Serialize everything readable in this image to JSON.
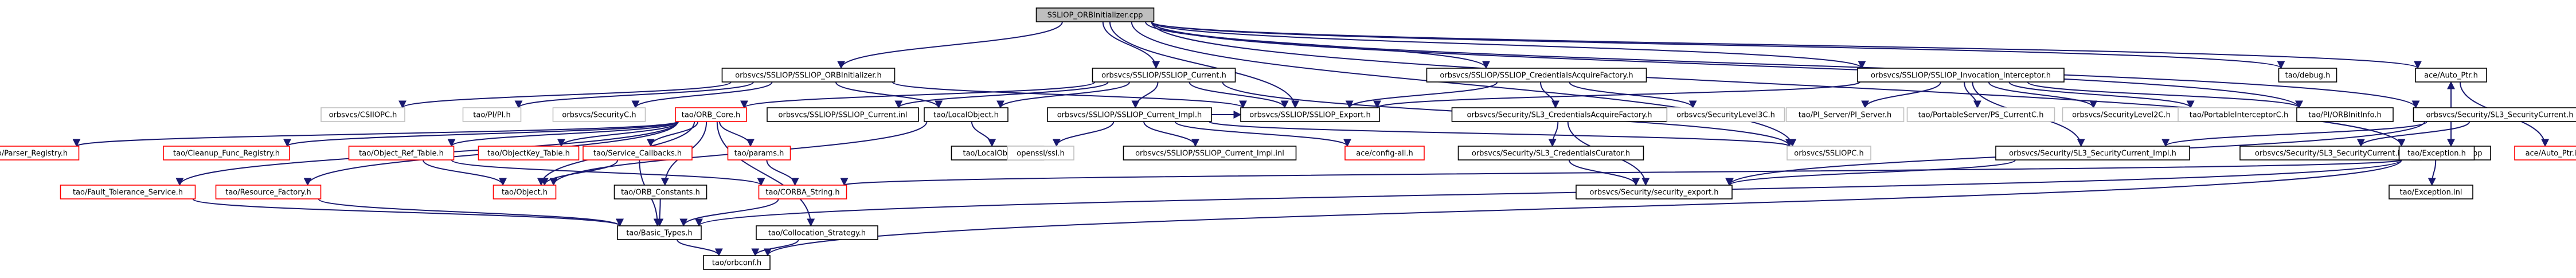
{
  "diagram": {
    "root": "SSLIOP_ORBInitializer.cpp",
    "nodes": [
      {
        "id": "root",
        "label": "SSLIOP_ORBInitializer.cpp",
        "style": "root"
      },
      {
        "id": "n_orbinit_h",
        "label": "orbsvcs/SSLIOP/SSLIOP_ORBInitializer.h",
        "style": "normal"
      },
      {
        "id": "n_current_h",
        "label": "orbsvcs/SSLIOP/SSLIOP_Current.h",
        "style": "normal"
      },
      {
        "id": "n_credacq_h",
        "label": "orbsvcs/SSLIOP/SSLIOP_CredentialsAcquireFactory.h",
        "style": "normal"
      },
      {
        "id": "n_invint_h",
        "label": "orbsvcs/SSLIOP/SSLIOP_Invocation_Interceptor.h",
        "style": "normal"
      },
      {
        "id": "n_debug",
        "label": "tao/debug.h",
        "style": "normal"
      },
      {
        "id": "n_autoptr_h",
        "label": "ace/Auto_Ptr.h",
        "style": "normal"
      },
      {
        "id": "n_csiiopc",
        "label": "orbsvcs/CSIIOPC.h",
        "style": "missing"
      },
      {
        "id": "n_pi",
        "label": "tao/PI/PI.h",
        "style": "missing"
      },
      {
        "id": "n_securityc",
        "label": "orbsvcs/SecurityC.h",
        "style": "missing"
      },
      {
        "id": "n_orbcore",
        "label": "tao/ORB_Core.h",
        "style": "error"
      },
      {
        "id": "n_current_inl",
        "label": "orbsvcs/SSLIOP/SSLIOP_Current.inl",
        "style": "normal"
      },
      {
        "id": "n_localobj",
        "label": "tao/LocalObject.h",
        "style": "normal"
      },
      {
        "id": "n_curimpl_h",
        "label": "orbsvcs/SSLIOP/SSLIOP_Current_Impl.h",
        "style": "normal"
      },
      {
        "id": "n_export",
        "label": "orbsvcs/SSLIOP/SSLIOP_Export.h",
        "style": "normal"
      },
      {
        "id": "n_sl3credacq",
        "label": "orbsvcs/Security/SL3_CredentialsAcquireFactory.h",
        "style": "normal"
      },
      {
        "id": "n_seclevel3",
        "label": "orbsvcs/SecurityLevel3C.h",
        "style": "missing"
      },
      {
        "id": "n_pi_server",
        "label": "tao/PI_Server/PI_Server.h",
        "style": "missing"
      },
      {
        "id": "n_psc",
        "label": "tao/PortableServer/PS_CurrentC.h",
        "style": "missing"
      },
      {
        "id": "n_seclevel2",
        "label": "orbsvcs/SecurityLevel2C.h",
        "style": "missing"
      },
      {
        "id": "n_pic",
        "label": "tao/PortableInterceptorC.h",
        "style": "missing"
      },
      {
        "id": "n_orbinitinfo",
        "label": "tao/PI/ORBInitInfo.h",
        "style": "normal"
      },
      {
        "id": "n_sl3current_h",
        "label": "orbsvcs/Security/SL3_SecurityCurrent.h",
        "style": "normal"
      },
      {
        "id": "n_autoptr_cpp",
        "label": "ace/Auto_Ptr.cpp",
        "style": "normal"
      },
      {
        "id": "n_autoptr_inl",
        "label": "ace/Auto_Ptr.inl",
        "style": "error"
      },
      {
        "id": "n_parser",
        "label": "tao/Parser_Registry.h",
        "style": "error"
      },
      {
        "id": "n_cleanup",
        "label": "tao/Cleanup_Func_Registry.h",
        "style": "error"
      },
      {
        "id": "n_objref",
        "label": "tao/Object_Ref_Table.h",
        "style": "error"
      },
      {
        "id": "n_objkey",
        "label": "tao/ObjectKey_Table.h",
        "style": "error"
      },
      {
        "id": "n_svccb",
        "label": "tao/Service_Callbacks.h",
        "style": "error"
      },
      {
        "id": "n_params",
        "label": "tao/params.h",
        "style": "error"
      },
      {
        "id": "n_localobj_inl",
        "label": "tao/LocalObject.inl",
        "style": "normal"
      },
      {
        "id": "n_openssl",
        "label": "openssl/ssl.h",
        "style": "missing"
      },
      {
        "id": "n_curimpl_inl",
        "label": "orbsvcs/SSLIOP/SSLIOP_Current_Impl.inl",
        "style": "normal"
      },
      {
        "id": "n_configall",
        "label": "ace/config-all.h",
        "style": "error"
      },
      {
        "id": "n_sl3credcur",
        "label": "orbsvcs/Security/SL3_CredentialsCurator.h",
        "style": "normal"
      },
      {
        "id": "n_ssliopc",
        "label": "orbsvcs/SSLIOPC.h",
        "style": "missing"
      },
      {
        "id": "n_sl3curimpl",
        "label": "orbsvcs/Security/SL3_SecurityCurrent_Impl.h",
        "style": "normal"
      },
      {
        "id": "n_sl3cur_inl",
        "label": "orbsvcs/Security/SL3_SecurityCurrent.inl",
        "style": "normal"
      },
      {
        "id": "n_exception_h",
        "label": "tao/Exception.h",
        "style": "normal"
      },
      {
        "id": "n_fault",
        "label": "tao/Fault_Tolerance_Service.h",
        "style": "error"
      },
      {
        "id": "n_resfact",
        "label": "tao/Resource_Factory.h",
        "style": "error"
      },
      {
        "id": "n_object",
        "label": "tao/Object.h",
        "style": "error"
      },
      {
        "id": "n_orbconst",
        "label": "tao/ORB_Constants.h",
        "style": "normal"
      },
      {
        "id": "n_corbastr",
        "label": "tao/CORBA_String.h",
        "style": "error"
      },
      {
        "id": "n_secexport",
        "label": "orbsvcs/Security/security_export.h",
        "style": "normal"
      },
      {
        "id": "n_exception_inl",
        "label": "tao/Exception.inl",
        "style": "normal"
      },
      {
        "id": "n_basictypes",
        "label": "tao/Basic_Types.h",
        "style": "normal"
      },
      {
        "id": "n_colstrat",
        "label": "tao/Collocation_Strategy.h",
        "style": "normal"
      },
      {
        "id": "n_orbconf",
        "label": "tao/orbconf.h",
        "style": "normal"
      }
    ],
    "edges": [
      [
        "root",
        "n_orbinit_h"
      ],
      [
        "root",
        "n_current_h"
      ],
      [
        "root",
        "n_credacq_h"
      ],
      [
        "root",
        "n_invint_h"
      ],
      [
        "root",
        "n_debug"
      ],
      [
        "root",
        "n_autoptr_h"
      ],
      [
        "root",
        "n_ssliopc"
      ],
      [
        "root",
        "n_sl3current_h"
      ],
      [
        "root",
        "n_export"
      ],
      [
        "root",
        "n_orbinitinfo"
      ],
      [
        "root",
        "n_exception_h"
      ],
      [
        "n_orbinit_h",
        "n_csiiopc"
      ],
      [
        "n_orbinit_h",
        "n_pi"
      ],
      [
        "n_orbinit_h",
        "n_securityc"
      ],
      [
        "n_orbinit_h",
        "n_localobj"
      ],
      [
        "n_orbinit_h",
        "n_export"
      ],
      [
        "n_current_h",
        "n_orbcore"
      ],
      [
        "n_current_h",
        "n_current_inl"
      ],
      [
        "n_current_h",
        "n_localobj"
      ],
      [
        "n_current_h",
        "n_curimpl_h"
      ],
      [
        "n_current_h",
        "n_export"
      ],
      [
        "n_current_h",
        "n_ssliopc"
      ],
      [
        "n_credacq_h",
        "n_sl3credacq"
      ],
      [
        "n_credacq_h",
        "n_seclevel3"
      ],
      [
        "n_credacq_h",
        "n_export"
      ],
      [
        "n_invint_h",
        "n_pi_server"
      ],
      [
        "n_invint_h",
        "n_psc"
      ],
      [
        "n_invint_h",
        "n_seclevel2"
      ],
      [
        "n_invint_h",
        "n_pic"
      ],
      [
        "n_invint_h",
        "n_orbinitinfo"
      ],
      [
        "n_invint_h",
        "n_sl3curimpl"
      ],
      [
        "n_invint_h",
        "n_export"
      ],
      [
        "n_autoptr_h",
        "n_autoptr_cpp"
      ],
      [
        "n_autoptr_h",
        "n_autoptr_inl"
      ],
      [
        "n_autoptr_cpp",
        "n_autoptr_h"
      ],
      [
        "n_orbcore",
        "n_parser"
      ],
      [
        "n_orbcore",
        "n_cleanup"
      ],
      [
        "n_orbcore",
        "n_objref"
      ],
      [
        "n_orbcore",
        "n_objkey"
      ],
      [
        "n_orbcore",
        "n_svccb"
      ],
      [
        "n_orbcore",
        "n_params"
      ],
      [
        "n_orbcore",
        "n_fault"
      ],
      [
        "n_orbcore",
        "n_resfact"
      ],
      [
        "n_orbcore",
        "n_object"
      ],
      [
        "n_orbcore",
        "n_orbconst"
      ],
      [
        "n_orbcore",
        "n_colstrat"
      ],
      [
        "n_localobj",
        "n_localobj_inl"
      ],
      [
        "n_localobj",
        "n_object"
      ],
      [
        "n_curimpl_h",
        "n_openssl"
      ],
      [
        "n_curimpl_h",
        "n_curimpl_inl"
      ],
      [
        "n_curimpl_h",
        "n_configall"
      ],
      [
        "n_curimpl_h",
        "n_ssliopc"
      ],
      [
        "n_curimpl_h",
        "n_export"
      ],
      [
        "n_sl3credacq",
        "n_sl3credcur"
      ],
      [
        "n_sl3credacq",
        "n_secexport"
      ],
      [
        "n_sl3credcur",
        "n_secexport"
      ],
      [
        "n_sl3current_h",
        "n_sl3cur_inl"
      ],
      [
        "n_sl3current_h",
        "n_sl3curimpl"
      ],
      [
        "n_sl3current_h",
        "n_secexport"
      ],
      [
        "n_sl3curimpl",
        "n_secexport"
      ],
      [
        "n_exception_h",
        "n_exception_inl"
      ],
      [
        "n_exception_h",
        "n_corbastr"
      ],
      [
        "n_exception_h",
        "n_basictypes"
      ],
      [
        "n_exception_h",
        "n_orbconf"
      ],
      [
        "n_objref",
        "n_object"
      ],
      [
        "n_objref",
        "n_corbastr"
      ],
      [
        "n_svccb",
        "n_object"
      ],
      [
        "n_svccb",
        "n_basictypes"
      ],
      [
        "n_params",
        "n_corbastr"
      ],
      [
        "n_fault",
        "n_basictypes"
      ],
      [
        "n_resfact",
        "n_basictypes"
      ],
      [
        "n_orbconst",
        "n_basictypes"
      ],
      [
        "n_corbastr",
        "n_basictypes"
      ],
      [
        "n_basictypes",
        "n_orbconf"
      ],
      [
        "n_colstrat",
        "n_orbconf"
      ]
    ]
  }
}
